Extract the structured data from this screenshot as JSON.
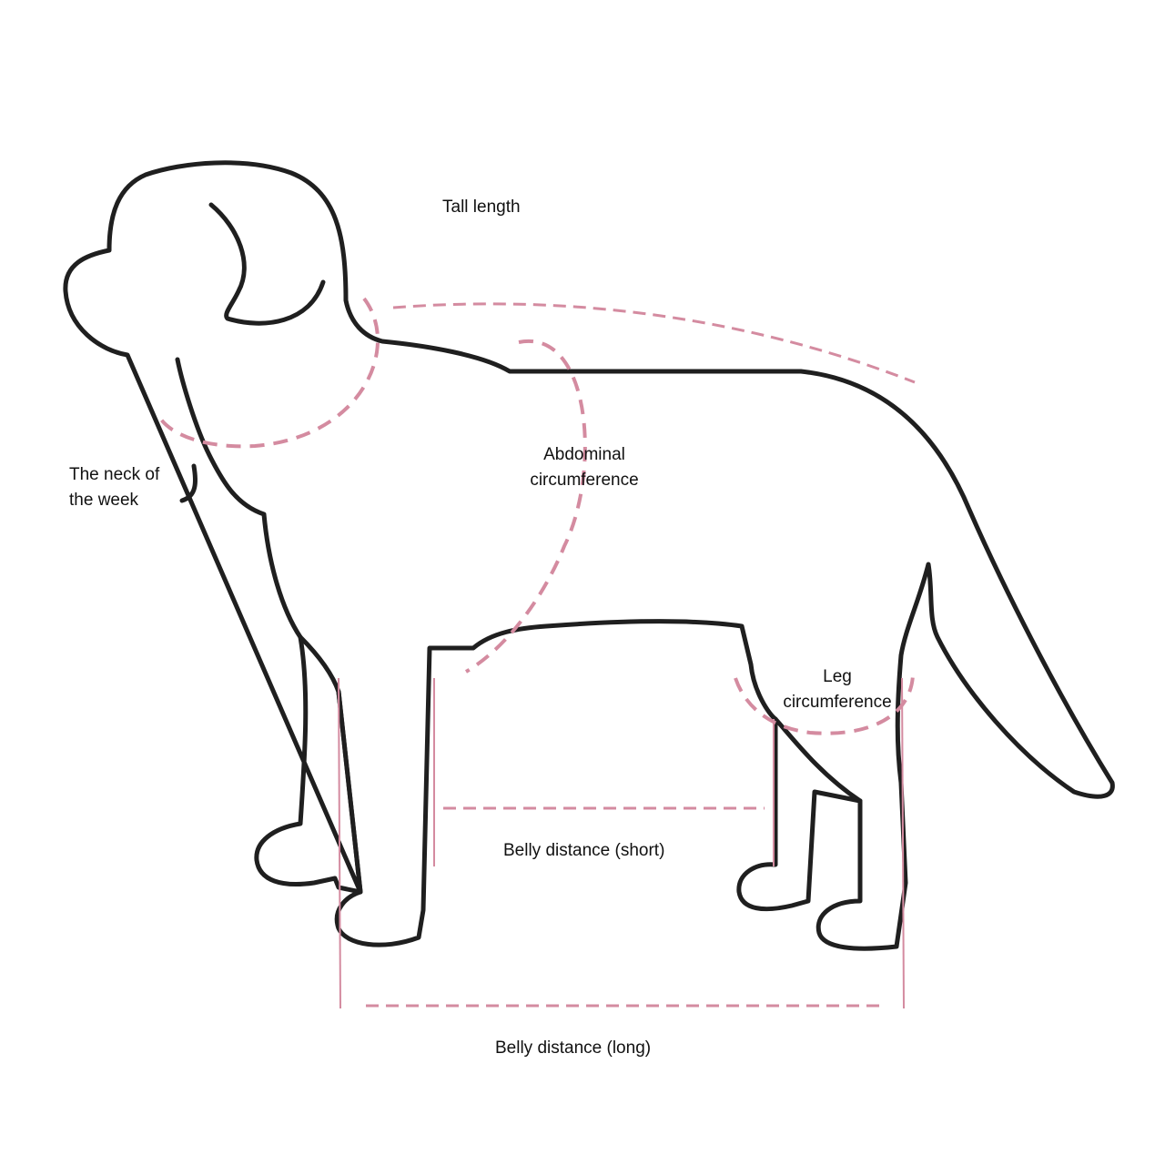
{
  "labels": {
    "tall_length": "Tall length",
    "abdominal_line1": "Abdominal",
    "abdominal_line2": "circumference",
    "neck_line1": "The neck of",
    "neck_line2": "the week",
    "leg_line1": "Leg",
    "leg_line2": "circumference",
    "belly_short": "Belly distance (short)",
    "belly_long": "Belly distance (long)"
  },
  "colors": {
    "outline": "#1f1f1f",
    "measure": "#d48ba0",
    "background": "#ffffff"
  }
}
